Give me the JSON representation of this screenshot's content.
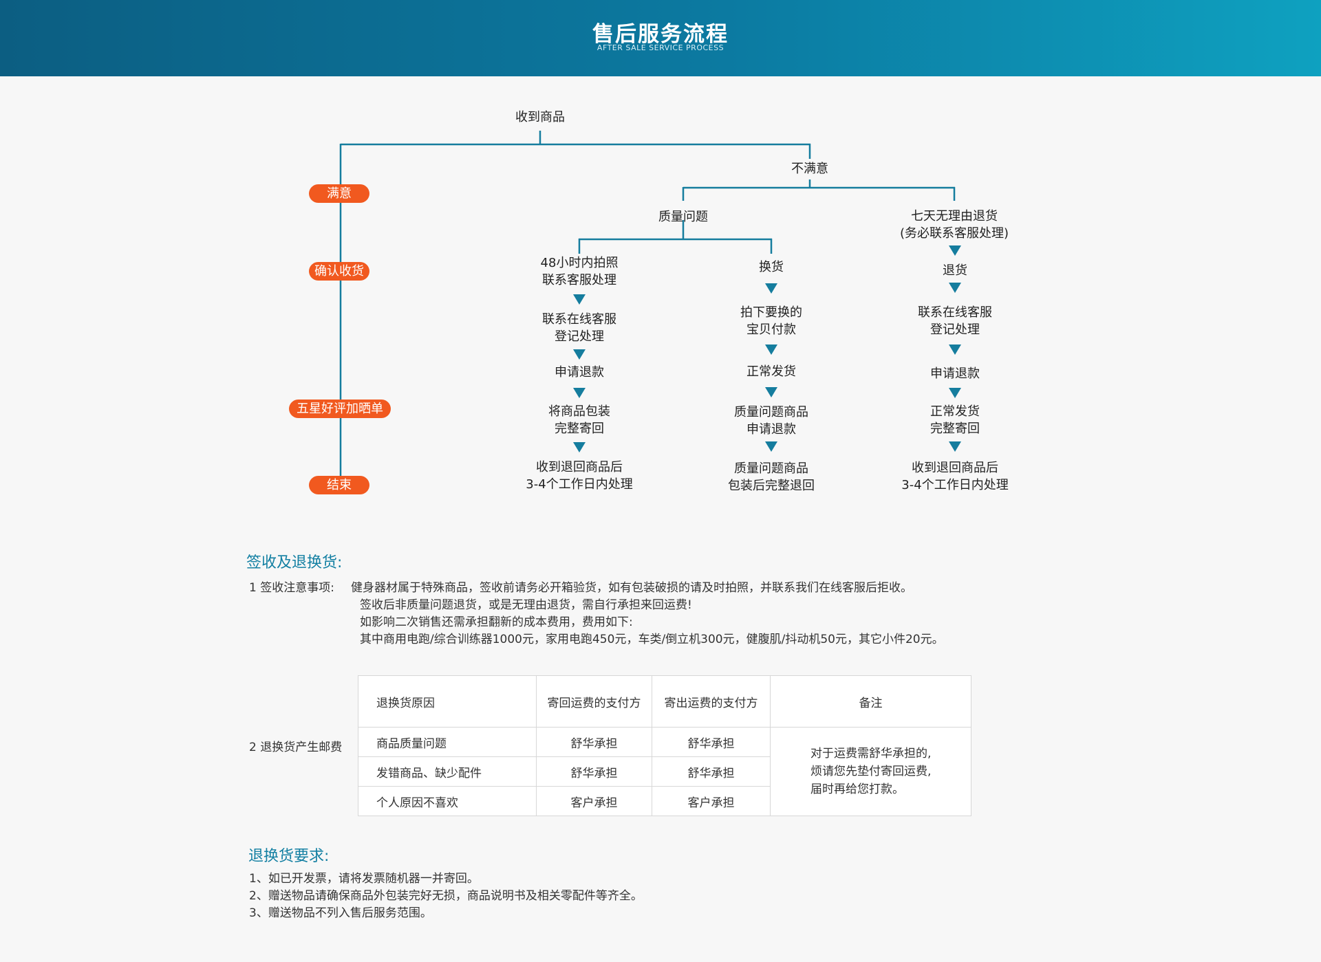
{
  "header": {
    "title": "售后服务流程",
    "subtitle": "AFTER SALE SERVICE PROCESS"
  },
  "flow": {
    "start": "收到商品",
    "satisfied_steps": [
      "满意",
      "确认收货",
      "五星好评加晒单",
      "结束"
    ],
    "unsatisfied": "不满意",
    "quality": "质量问题",
    "seven_day": {
      "line1": "七天无理由退货",
      "line2": "(务必联系客服处理)"
    },
    "branch_refund": [
      [
        "48小时内拍照",
        "联系客服处理"
      ],
      [
        "联系在线客服",
        "登记处理"
      ],
      [
        "申请退款"
      ],
      [
        "将商品包装",
        "完整寄回"
      ],
      [
        "收到退回商品后",
        "3-4个工作日内处理"
      ]
    ],
    "branch_exchange": [
      [
        "换货"
      ],
      [
        "拍下要换的",
        "宝贝付款"
      ],
      [
        "正常发货"
      ],
      [
        "质量问题商品",
        "申请退款"
      ],
      [
        "质量问题商品",
        "包装后完整退回"
      ]
    ],
    "branch_return": [
      [
        "退货"
      ],
      [
        "联系在线客服",
        "登记处理"
      ],
      [
        "申请退款"
      ],
      [
        "正常发货",
        "完整寄回"
      ],
      [
        "收到退回商品后",
        "3-4个工作日内处理"
      ]
    ]
  },
  "colors": {
    "header": "#0c7aa1",
    "accent": "#f1591f",
    "line": "#157d9e",
    "section_title": "#127fa2"
  },
  "sign": {
    "title": "签收及退换货:",
    "item1_label": "1 签收注意事项:",
    "item1_lines": [
      "健身器材属于特殊商品，签收前请务必开箱验货，如有包装破损的请及时拍照，并联系我们在线客服后拒收。",
      "签收后非质量问题退货，或是无理由退货，需自行承担来回运费!",
      "如影响二次销售还需承担翻新的成本费用，费用如下:",
      "其中商用电跑/综合训练器1000元，家用电跑450元，车类/倒立机300元，健腹肌/抖动机50元，其它小件20元。"
    ],
    "item2_label": "2 退换货产生邮费"
  },
  "fee_table": {
    "headers": [
      "退换货原因",
      "寄回运费的支付方",
      "寄出运费的支付方",
      "备注"
    ],
    "rows": [
      [
        "商品质量问题",
        "舒华承担",
        "舒华承担"
      ],
      [
        "发错商品、缺少配件",
        "舒华承担",
        "舒华承担"
      ],
      [
        "个人原因不喜欢",
        "客户承担",
        "客户承担"
      ]
    ],
    "note_lines": [
      "对于运费需舒华承担的,",
      "烦请您先垫付寄回运费,",
      "届时再给您打款。"
    ]
  },
  "requirements": {
    "title": "退换货要求:",
    "items": [
      "1、如已开发票，请将发票随机器一并寄回。",
      "2、赠送物品请确保商品外包装完好无损，商品说明书及相关零配件等齐全。",
      "3、赠送物品不列入售后服务范围。"
    ]
  }
}
